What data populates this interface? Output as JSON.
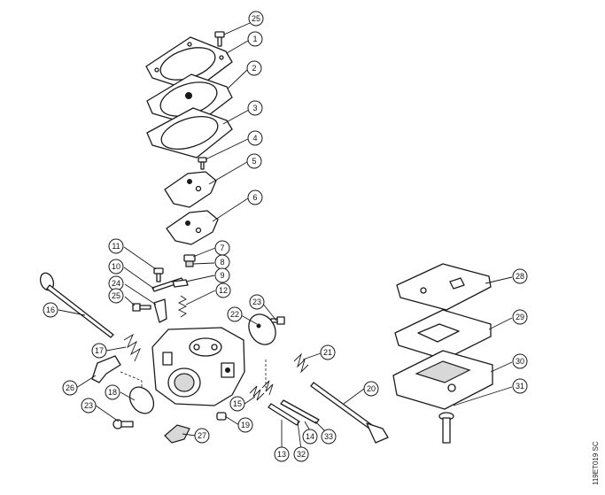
{
  "diagram": {
    "reference_code": "119ET019 SC",
    "callouts": [
      "25",
      "1",
      "2",
      "3",
      "4",
      "5",
      "6",
      "11",
      "7",
      "8",
      "10",
      "9",
      "24",
      "12",
      "25",
      "23",
      "22",
      "16",
      "17",
      "21",
      "26",
      "18",
      "20",
      "23",
      "15",
      "19",
      "27",
      "14",
      "33",
      "13",
      "32",
      "28",
      "29",
      "30",
      "31"
    ]
  }
}
